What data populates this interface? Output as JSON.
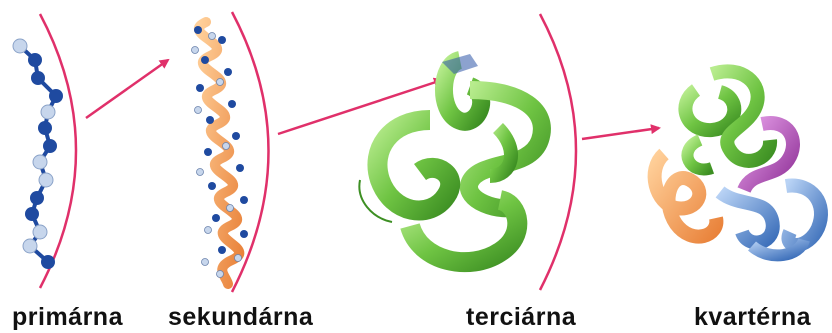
{
  "labels": {
    "primary": "primárna",
    "secondary": "sekundárna",
    "tertiary": "terciárna",
    "quaternary": "kvartérna"
  },
  "colors": {
    "bracket": "#e0306a",
    "arrow": "#e0306a",
    "bead_dark": "#1f4aa0",
    "bead_light": "#c7d6ec",
    "helix_orange": "#f4a04c",
    "ribbon_green": "#7acb4e",
    "ribbon_purple": "#b04bb8",
    "ribbon_blue": "#5d8fd6",
    "ribbon_orange": "#f07a3a"
  },
  "icons": {
    "primary": "amino-acid-chain-icon",
    "secondary": "alpha-helix-icon",
    "tertiary": "folded-protein-icon",
    "quaternary": "multi-subunit-protein-icon"
  }
}
